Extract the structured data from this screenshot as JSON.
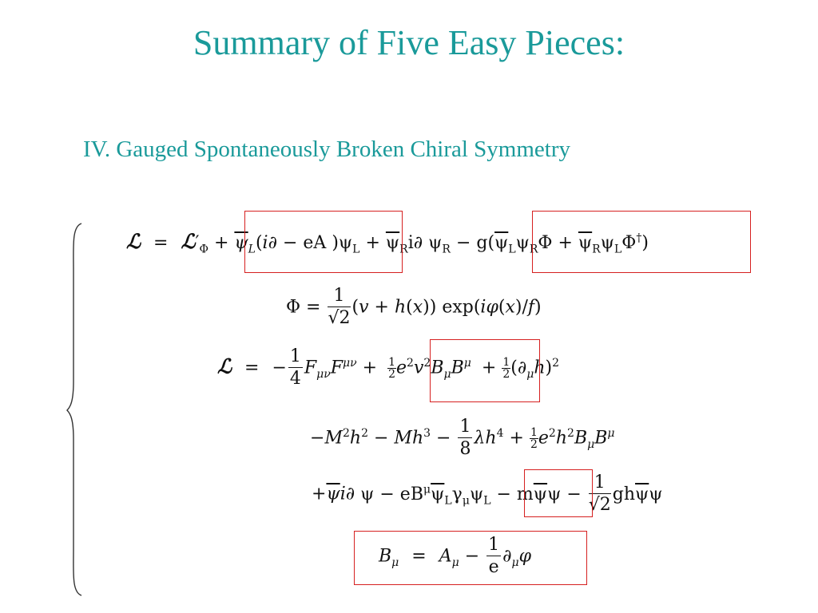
{
  "slide": {
    "title": "Summary of Five Easy Pieces:",
    "subtitle": "IV. Gauged Spontaneously Broken Chiral Symmetry"
  },
  "equations": {
    "eq1": "ℒ = ℒ′_Φ + ψ̄_L(i∂̸ − eA̸)ψ_L + ψ̄_R i∂̸ ψ_R − g(ψ̄_L ψ_R Φ + ψ̄_R ψ_L Φ†)",
    "eq2": "Φ = 1/√2 (v + h(x)) exp(iφ(x)/f)",
    "eq3": "ℒ = −1/4 F_μν F^μν + ½e²v²B_μB^μ + ½(∂_μh)²",
    "eq4": "−M²h² − Mh³ − 1/8 λh⁴ + ½e²h²B_μB^μ",
    "eq5": "+ψ̄i∂̸ψ − eB^μψ̄_Lγ_μψ_L − mψ̄ψ − 1/√2 ghψ̄ψ",
    "eq6": "B_μ = A_μ − 1/e ∂_μφ"
  },
  "colors": {
    "heading": "#1a9a9a",
    "highlight_box": "#d62020"
  }
}
